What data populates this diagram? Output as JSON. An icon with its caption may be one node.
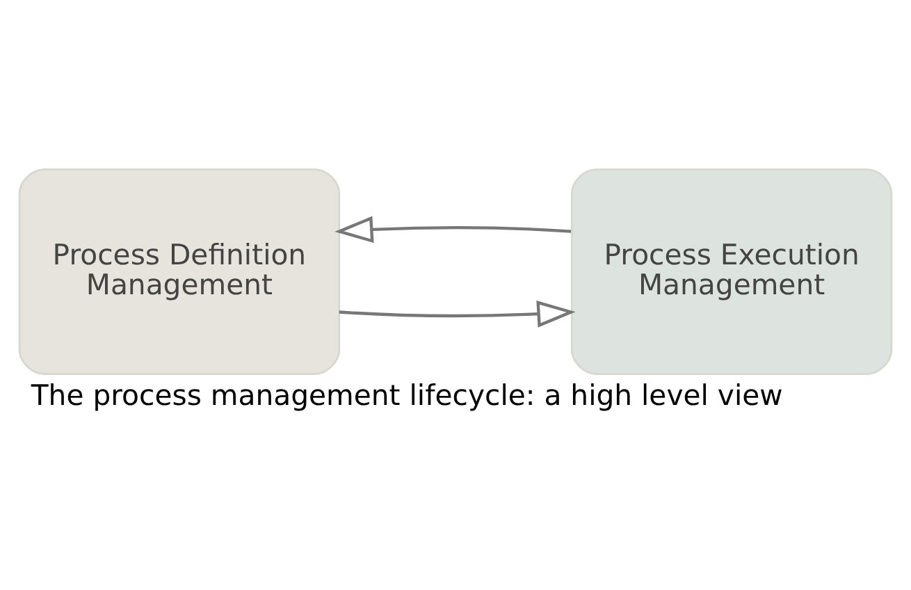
{
  "diagram": {
    "caption": "The process management lifecycle: a high level view",
    "nodes": [
      {
        "text": [
          "Process Definition Management"
        ]
      },
      {
        "text": [
          "Process Execution Management"
        ]
      }
    ],
    "edges": [
      {
        "from": 1,
        "to": 0,
        "arrow": "to"
      },
      {
        "from": 0,
        "to": 1,
        "arrow": "to"
      }
    ]
  }
}
